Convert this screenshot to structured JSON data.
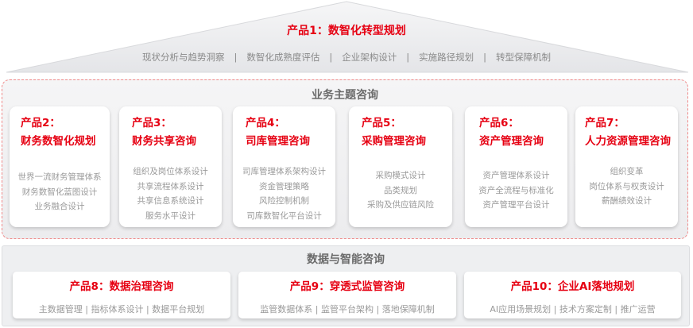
{
  "top": {
    "title": "产品1：数智化转型规划",
    "items": [
      "现状分析与趋势洞察",
      "数智化成熟度评估",
      "企业架构设计",
      "实施路径规划",
      "转型保障机制"
    ],
    "separator": "|"
  },
  "business": {
    "title": "业务主题咨询",
    "cards": [
      {
        "label": "产品2：",
        "name": "财务数智化规划",
        "items": [
          "世界一流财务管理体系",
          "财务数智化蓝图设计",
          "业务融合设计"
        ]
      },
      {
        "label": "产品3：",
        "name": "财务共享咨询",
        "items": [
          "组织及岗位体系设计",
          "共享流程体系设计",
          "共享信息系统设计",
          "服务水平设计"
        ]
      },
      {
        "label": "产品4：",
        "name": "司库管理咨询",
        "items": [
          "司库管理体系架构设计",
          "资金管理策略",
          "风险控制机制",
          "司库数智化平台设计"
        ]
      },
      {
        "label": "产品5：",
        "name": "采购管理咨询",
        "items": [
          "采购模式设计",
          "品类规划",
          "采购及供应链风险"
        ]
      },
      {
        "label": "产品6：",
        "name": "资产管理咨询",
        "items": [
          "资产管理体系设计",
          "资产全流程与标准化",
          "资产管理平台设计"
        ]
      },
      {
        "label": "产品7：",
        "name": "人力资源管理咨询",
        "items": [
          "组织变革",
          "岗位体系与权责设计",
          "薪酬绩效设计"
        ]
      }
    ]
  },
  "data": {
    "title": "数据与智能咨询",
    "cards": [
      {
        "title": "产品8：数据治理咨询",
        "subtitle": "主数据管理 | 指标体系设计 | 数据平台规划"
      },
      {
        "title": "产品9：穿透式监管咨询",
        "subtitle": "监管数据体系 | 监管平台架构 | 落地保障机制"
      },
      {
        "title": "产品10：企业AI落地规划",
        "subtitle": "AI应用场景规划 | 技术方案定制 | 推广运营"
      }
    ]
  },
  "colors": {
    "accent": "#e60012",
    "muted": "#9a9a9a"
  }
}
